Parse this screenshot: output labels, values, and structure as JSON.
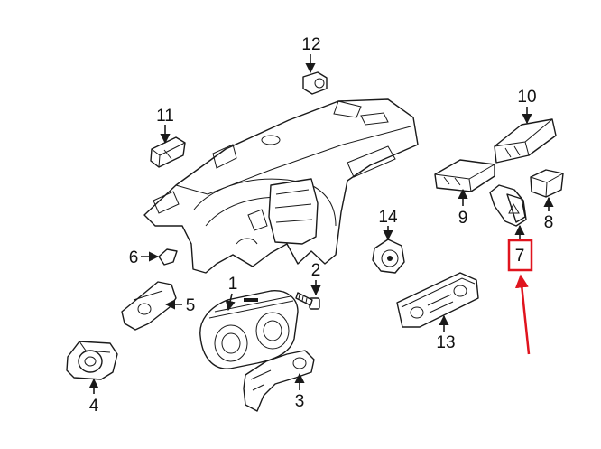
{
  "callouts": [
    {
      "id": "1",
      "label": "1"
    },
    {
      "id": "2",
      "label": "2"
    },
    {
      "id": "3",
      "label": "3"
    },
    {
      "id": "4",
      "label": "4"
    },
    {
      "id": "5",
      "label": "5"
    },
    {
      "id": "6",
      "label": "6"
    },
    {
      "id": "7",
      "label": "7"
    },
    {
      "id": "8",
      "label": "8"
    },
    {
      "id": "9",
      "label": "9"
    },
    {
      "id": "10",
      "label": "10"
    },
    {
      "id": "11",
      "label": "11"
    },
    {
      "id": "12",
      "label": "12"
    },
    {
      "id": "13",
      "label": "13"
    },
    {
      "id": "14",
      "label": "14"
    }
  ],
  "highlight": {
    "callout": "7",
    "color": "#e0141e"
  },
  "colors": {
    "line": "#1a1a1a",
    "background": "#ffffff"
  }
}
